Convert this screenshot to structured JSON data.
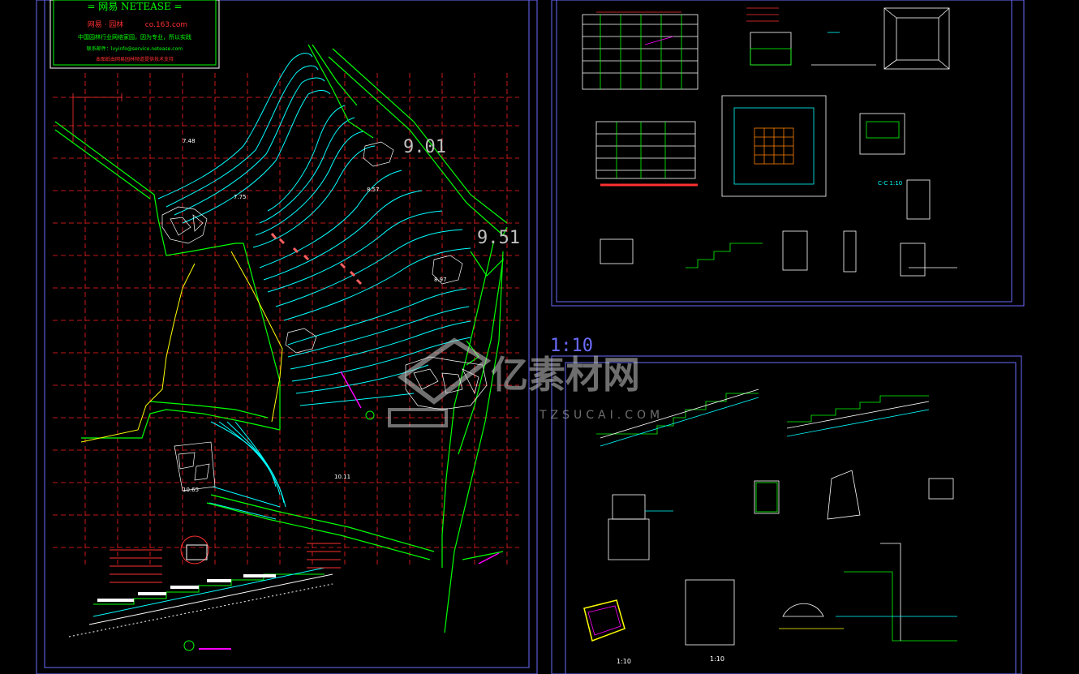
{
  "header_box": {
    "title": "= 网易  NETEASE =",
    "subtitle_left": "网易 · 园林",
    "subtitle_right": "co.163.com",
    "slogan": "中国园林行业网络家园，因为专业，所以实践",
    "contact": "联系邮件：lvyinfo@service.netease.com",
    "footer": "本图纸由网易园林频道提供技术支持"
  },
  "elevations": {
    "e748": "7.48",
    "e775": "7.75",
    "e857": "8.57",
    "e901": "9.01",
    "e951": "9.51",
    "e897": "8.97",
    "e1065": "10.65",
    "e1011": "10.11"
  },
  "scales": {
    "main": "1:10",
    "s1": "1:10",
    "s2": "1:10",
    "s3": "1:10"
  },
  "section_labels": {
    "c_section": "C-C 1:10"
  },
  "watermark": {
    "brand": "亿素材网",
    "domain": "TZSUCAI.COM"
  },
  "colors": {
    "background": "#000000",
    "grid": "#ff2020",
    "frame": "#6b6bff",
    "contour": "#00ffff",
    "boundary": "#00ff00",
    "path": "#ffff00",
    "annotation": "#ff00ff",
    "rock": "#ffffff"
  }
}
